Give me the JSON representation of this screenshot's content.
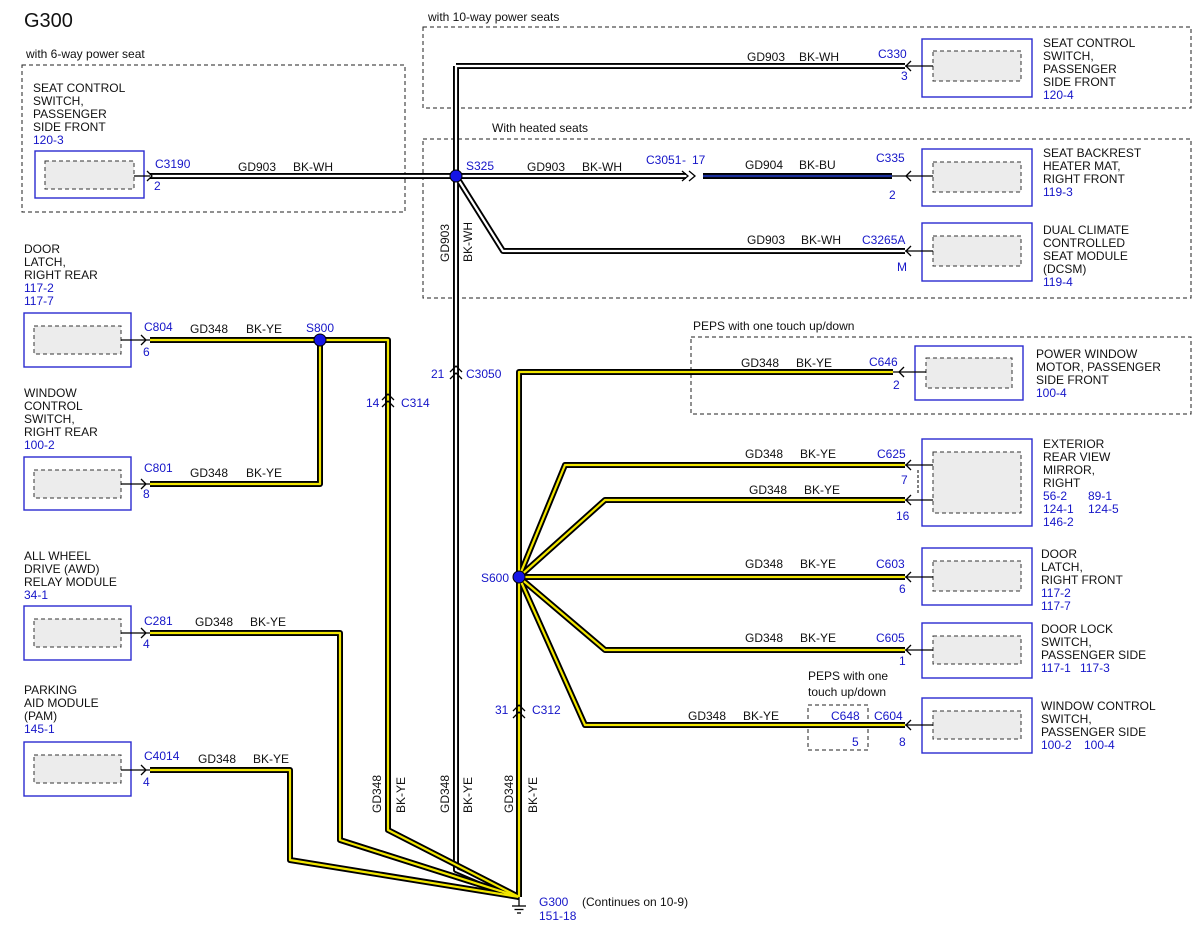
{
  "diagram": {
    "title": "G300",
    "ground": {
      "name": "G300",
      "ref": "151-18",
      "note": "(Continues on 10-9)"
    },
    "groups": {
      "six_way": "with 6-way power seat",
      "ten_way": "with 10-way power seats",
      "heated": "With heated seats",
      "peps1": "PEPS with one touch up/down",
      "peps2_l1": "PEPS with one",
      "peps2_l2": "touch up/down"
    },
    "wire_labels": {
      "gd903": "GD903",
      "gd904": "GD904",
      "gd348": "GD348",
      "bkwh": "BK-WH",
      "bkbu": "BK-BU",
      "bkye": "BK-YE"
    },
    "splices": {
      "s325": "S325",
      "s800": "S800",
      "s600": "S600"
    },
    "connectors": {
      "c3190": {
        "name": "C3190",
        "pin": "2"
      },
      "c330": {
        "name": "C330",
        "pin": "3"
      },
      "c3051": {
        "name": "C3051",
        "dash": "-",
        "pin": "17"
      },
      "c335": {
        "name": "C335",
        "pin": "2"
      },
      "c3265a": {
        "name": "C3265A",
        "pin": "M"
      },
      "c804": {
        "name": "C804",
        "pin": "6"
      },
      "c801": {
        "name": "C801",
        "pin": "8"
      },
      "c314": {
        "name": "C314",
        "pin": "14"
      },
      "c3050": {
        "name": "C3050",
        "pin": "21"
      },
      "c646": {
        "name": "C646",
        "pin": "2"
      },
      "c625": {
        "name": "C625",
        "pin_a": "7",
        "pin_b": "16"
      },
      "c603": {
        "name": "C603",
        "pin": "6"
      },
      "c605": {
        "name": "C605",
        "pin": "1"
      },
      "c648": {
        "name": "C648",
        "pin": "5"
      },
      "c604": {
        "name": "C604",
        "pin": "8"
      },
      "c312": {
        "name": "C312",
        "pin": "31"
      },
      "c281": {
        "name": "C281",
        "pin": "4"
      },
      "c4014": {
        "name": "C4014",
        "pin": "4"
      }
    },
    "components": {
      "seat_sw_6": {
        "lines": [
          "SEAT CONTROL",
          "SWITCH,",
          "PASSENGER",
          "SIDE FRONT"
        ],
        "refs": [
          "120-3"
        ]
      },
      "seat_sw_10": {
        "lines": [
          "SEAT CONTROL",
          "SWITCH,",
          "PASSENGER",
          "SIDE FRONT"
        ],
        "refs": [
          "120-4"
        ]
      },
      "heater_mat": {
        "lines": [
          "SEAT BACKREST",
          "HEATER MAT,",
          "RIGHT FRONT"
        ],
        "refs": [
          "119-3"
        ]
      },
      "dcsm": {
        "lines": [
          "DUAL CLIMATE",
          "CONTROLLED",
          "SEAT MODULE",
          "(DCSM)"
        ],
        "refs": [
          "119-4"
        ]
      },
      "door_latch_rr": {
        "lines": [
          "DOOR",
          "LATCH,",
          "RIGHT REAR"
        ],
        "refs": [
          "117-2",
          "117-7"
        ]
      },
      "window_sw_rr": {
        "lines": [
          "WINDOW",
          "CONTROL",
          "SWITCH,",
          "RIGHT REAR"
        ],
        "refs": [
          "100-2"
        ]
      },
      "awd": {
        "lines": [
          "ALL WHEEL",
          "DRIVE (AWD)",
          "RELAY MODULE"
        ],
        "refs": [
          "34-1"
        ]
      },
      "pam": {
        "lines": [
          "PARKING",
          "AID MODULE",
          "(PAM)"
        ],
        "refs": [
          "145-1"
        ]
      },
      "pw_motor": {
        "lines": [
          "POWER WINDOW",
          "MOTOR, PASSENGER",
          "SIDE FRONT"
        ],
        "refs": [
          "100-4"
        ]
      },
      "mirror": {
        "lines": [
          "EXTERIOR",
          "REAR VIEW",
          "MIRROR,",
          "RIGHT"
        ],
        "refs": [
          "56-2",
          "89-1",
          "124-1",
          "124-5",
          "146-2"
        ]
      },
      "door_latch_rf": {
        "lines": [
          "DOOR",
          "LATCH,",
          "RIGHT FRONT"
        ],
        "refs": [
          "117-2",
          "117-7"
        ]
      },
      "door_lock_sw": {
        "lines": [
          "DOOR LOCK",
          "SWITCH,",
          "PASSENGER SIDE"
        ],
        "refs": [
          "117-1",
          "117-3"
        ]
      },
      "window_sw_ps": {
        "lines": [
          "WINDOW CONTROL",
          "SWITCH,",
          "PASSENGER SIDE"
        ],
        "refs": [
          "100-2",
          "100-4"
        ]
      }
    }
  }
}
